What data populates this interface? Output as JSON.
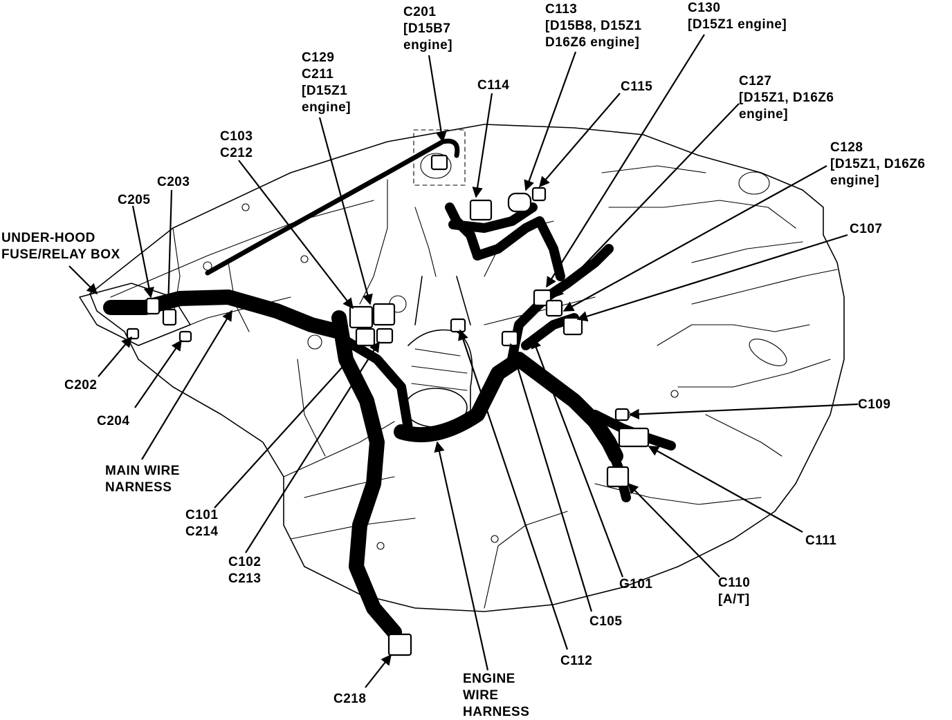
{
  "labels": {
    "c201": [
      "C201",
      "[D15B7",
      "engine]"
    ],
    "c113": [
      "C113",
      "[D15B8, D15Z1",
      "D16Z6 engine]"
    ],
    "c130": [
      "C130",
      "[D15Z1 engine]"
    ],
    "c129": [
      "C129",
      "C211",
      "[D15Z1",
      "engine]"
    ],
    "c114": [
      "C114"
    ],
    "c115": [
      "C115"
    ],
    "c127": [
      "C127",
      "[D15Z1, D16Z6",
      "engine]"
    ],
    "c103": [
      "C103",
      "C212"
    ],
    "c128": [
      "C128",
      "[D15Z1, D16Z6",
      "engine]"
    ],
    "c203": [
      "C203"
    ],
    "c205": [
      "C205"
    ],
    "fuse_box": [
      "UNDER-HOOD",
      "FUSE/RELAY BOX"
    ],
    "c107": [
      "C107"
    ],
    "c202": [
      "C202"
    ],
    "c204": [
      "C204"
    ],
    "c109": [
      "C109"
    ],
    "main_harness": [
      "MAIN WIRE",
      "NARNESS"
    ],
    "c101": [
      "C101",
      "C214"
    ],
    "c111": [
      "C111"
    ],
    "c102": [
      "C102",
      "C213"
    ],
    "g101": [
      "G101"
    ],
    "c110": [
      "C110",
      "[A/T]"
    ],
    "c105": [
      "C105"
    ],
    "c112": [
      "C112"
    ],
    "c218": [
      "C218"
    ],
    "engine_harness": [
      "ENGINE",
      "WIRE",
      "HARNESS"
    ]
  },
  "colors": {
    "ink": "#000000",
    "paper": "#ffffff"
  }
}
